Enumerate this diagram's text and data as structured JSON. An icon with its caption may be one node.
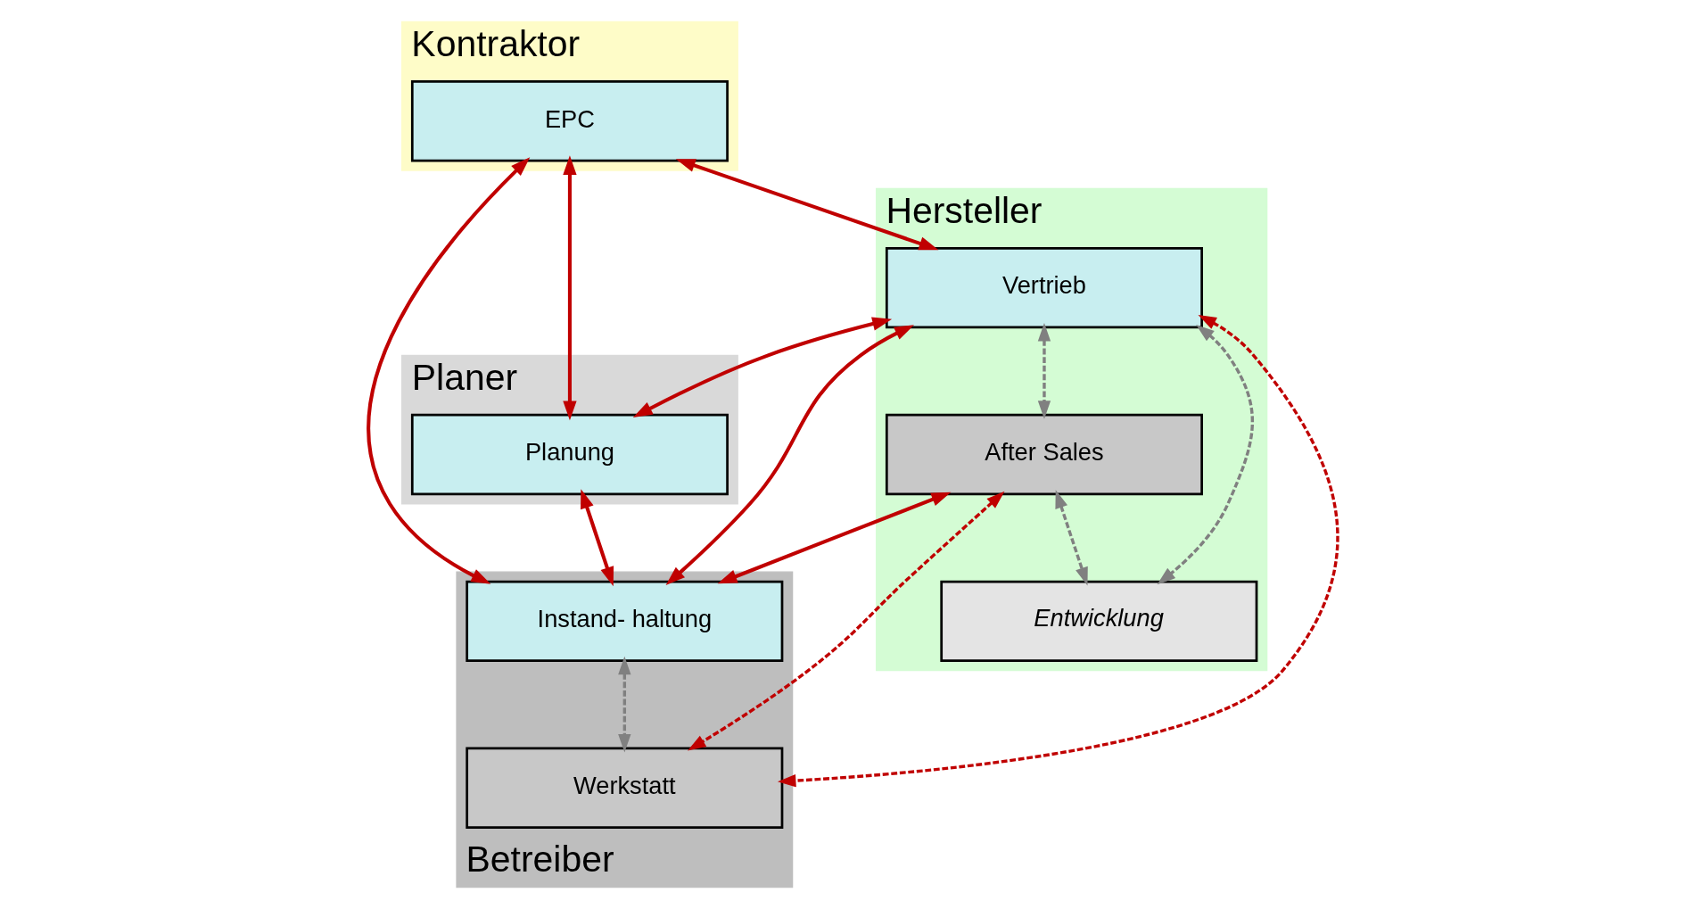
{
  "diagram": {
    "nodes": [
      {
        "text": [
          "Hersteller"
        ]
      },
      {
        "text": [
          "Kontraktor"
        ]
      },
      {
        "text": [
          "Planer"
        ]
      },
      {
        "text": [
          "Betreiber"
        ]
      },
      {
        "text": [
          "EPC"
        ],
        "in": 1
      },
      {
        "text": [
          "Vertrieb"
        ],
        "in": 0
      },
      {
        "text": [
          "Planung"
        ],
        "in": 2
      },
      {
        "text": [
          "After Sales"
        ],
        "in": 0
      },
      {
        "text": [
          "Instand- haltung"
        ],
        "in": 3
      },
      {
        "text": [
          "Entwicklung"
        ],
        "in": 0
      },
      {
        "text": [
          "Werkstatt"
        ],
        "in": 3
      }
    ],
    "edges": [
      {
        "from": 4,
        "to": 5,
        "arrow": "both"
      },
      {
        "from": 4,
        "to": 6,
        "arrow": "both"
      },
      {
        "from": 4,
        "to": 8,
        "arrow": "both"
      },
      {
        "from": 5,
        "to": 6,
        "arrow": "both"
      },
      {
        "from": 5,
        "to": 8,
        "arrow": "both"
      },
      {
        "from": 6,
        "to": 8,
        "arrow": "both"
      },
      {
        "from": 7,
        "to": 8,
        "arrow": "both"
      },
      {
        "from": 5,
        "to": 7,
        "arrow": "both",
        "style": "dashed",
        "color": "#808080"
      },
      {
        "from": 5,
        "to": 9,
        "arrow": "both",
        "style": "dashed",
        "color": "#808080"
      },
      {
        "from": 7,
        "to": 9,
        "arrow": "both",
        "style": "dashed",
        "color": "#808080"
      },
      {
        "from": 8,
        "to": 10,
        "arrow": "both",
        "style": "dashed",
        "color": "#808080"
      },
      {
        "from": 5,
        "to": 10,
        "arrow": "both",
        "style": "dashed"
      },
      {
        "from": 7,
        "to": 10,
        "arrow": "both",
        "style": "dashed"
      }
    ]
  }
}
